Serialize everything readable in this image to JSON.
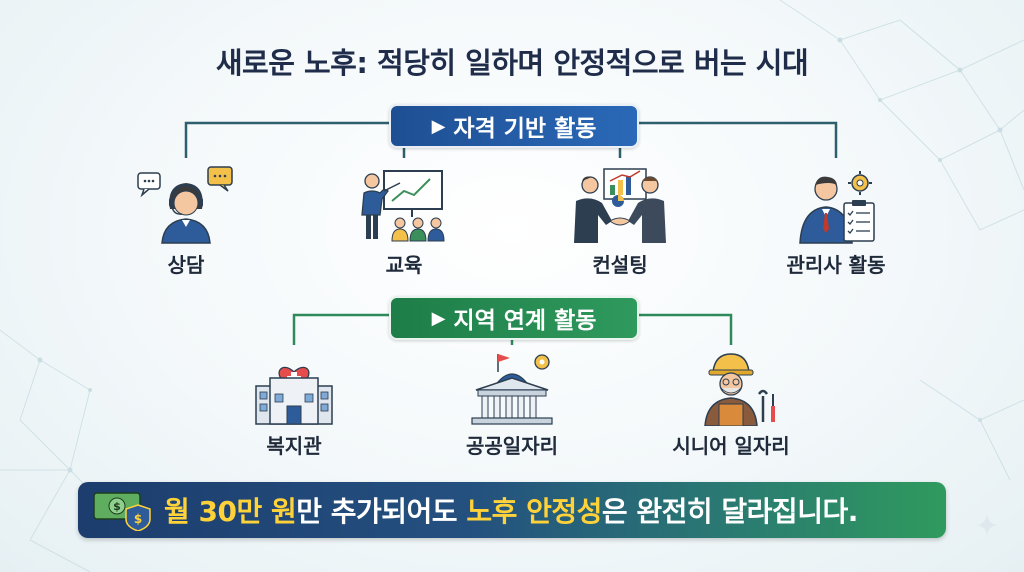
{
  "title": "새로운 노후: 적당히 일하며 안정적으로 버는 시대",
  "sections": [
    {
      "label": "자격 기반 활동",
      "color": "#1e4f93",
      "items": [
        {
          "label": "상담",
          "icon": "headset-counselor-icon"
        },
        {
          "label": "교육",
          "icon": "teacher-presentation-icon"
        },
        {
          "label": "컨설팅",
          "icon": "handshake-consulting-icon"
        },
        {
          "label": "관리사 활동",
          "icon": "manager-clipboard-icon"
        }
      ]
    },
    {
      "label": "지역 연계 활동",
      "color": "#1e7d48",
      "items": [
        {
          "label": "복지관",
          "icon": "welfare-center-icon"
        },
        {
          "label": "공공일자리",
          "icon": "public-building-icon"
        },
        {
          "label": "시니어 일자리",
          "icon": "senior-worker-icon"
        }
      ]
    }
  ],
  "banner": {
    "part1": "월 30만 원",
    "part2": "만 추가되어도 ",
    "part3": "노후 안정성",
    "part4": "은 완전히 달라집니다.",
    "highlight_color": "#ffd23a",
    "icon": "money-shield-icon"
  }
}
